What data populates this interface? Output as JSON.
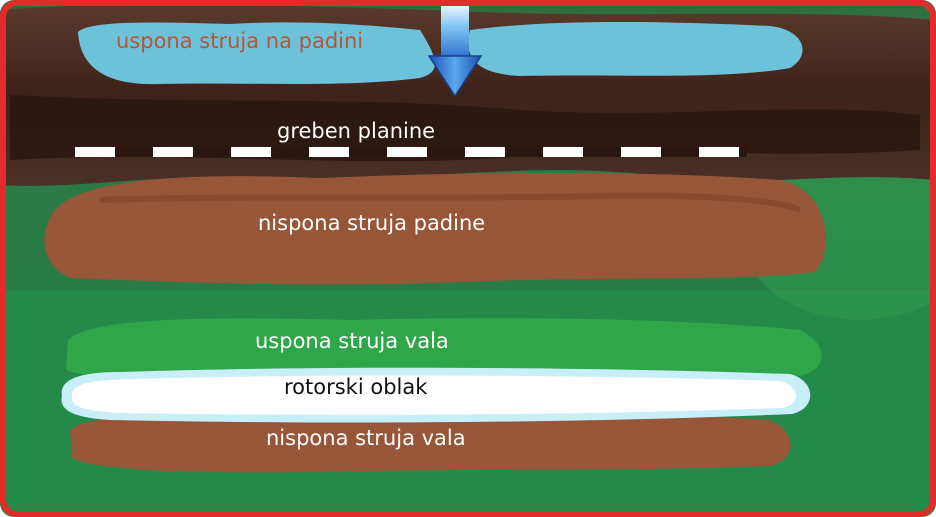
{
  "labels": {
    "upslope_current": "uspona struja na padini",
    "ridge": "greben planine",
    "downslope_current": "nispona struja padine",
    "wave_upward_current": "uspona struja vala",
    "rotor_cloud": "rotorski oblak",
    "wave_downward_current": "nispona struja vala"
  },
  "colors": {
    "frame": "#e32b2b",
    "sky_blue_band": "#6cc3d9",
    "brown_band": "#97553a",
    "dark_mountain": "#3f241c",
    "green_band": "#2fa64a",
    "background_green": "#2a8a4a",
    "rotor_cloud": "#ffffff",
    "arrow_blue": "#2e6fd0",
    "upslope_text": "#b5553a"
  },
  "icons": {
    "arrow": "arrow-down-icon"
  }
}
